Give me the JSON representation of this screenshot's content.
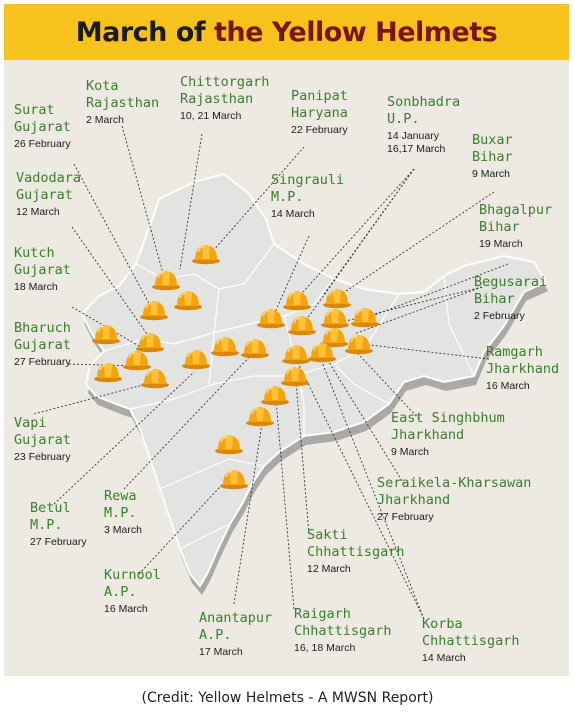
{
  "title": {
    "part1": "March of ",
    "part2": "the Yellow Helmets"
  },
  "credit": "(Credit: Yellow Helmets - A MWSN Report)",
  "labels": [
    {
      "place": "Surat",
      "state": "Gujarat",
      "date": "26 February"
    },
    {
      "place": "Kota",
      "state": "Rajasthan",
      "date": "2 March"
    },
    {
      "place": "Chittorgarh",
      "state": "Rajasthan",
      "date": "10, 21 March"
    },
    {
      "place": "Panipat",
      "state": "Haryana",
      "date": "22 February"
    },
    {
      "place": "Sonbhadra",
      "state": "U.P.",
      "date": "14 January",
      "date2": "16,17 March"
    },
    {
      "place": "Buxar",
      "state": "Bihar",
      "date": "9 March"
    },
    {
      "place": "Vadodara",
      "state": "Gujarat",
      "date": "12 March"
    },
    {
      "place": "Singrauli",
      "state": "M.P.",
      "date": "14 March"
    },
    {
      "place": "Bhagalpur",
      "state": "Bihar",
      "date": "19 March"
    },
    {
      "place": "Kutch",
      "state": "Gujarat",
      "date": "18 March"
    },
    {
      "place": "Begusarai",
      "state": "Bihar",
      "date": "2 February"
    },
    {
      "place": "Bharuch",
      "state": "Gujarat",
      "date": "27 February"
    },
    {
      "place": "Ramgarh",
      "state": "Jharkhand",
      "date": "16 March"
    },
    {
      "place": "Vapi",
      "state": "Gujarat",
      "date": "23 February"
    },
    {
      "place": "East Singhbhum",
      "state": "Jharkhand",
      "date": "9 March"
    },
    {
      "place": "Betul",
      "state": "M.P.",
      "date": "27 February"
    },
    {
      "place": "Rewa",
      "state": "M.P.",
      "date": "3 March"
    },
    {
      "place": "Seraikela-Kharsawan",
      "state": "Jharkhand",
      "date": "27 February"
    },
    {
      "place": "Kurnool",
      "state": "A.P.",
      "date": "16 March"
    },
    {
      "place": "Sakti",
      "state": "Chhattisgarh",
      "date": "12 March"
    },
    {
      "place": "Anantapur",
      "state": "A.P.",
      "date": "17 March"
    },
    {
      "place": "Raigarh",
      "state": "Chhattisgarh",
      "date": "16, 18 March"
    },
    {
      "place": "Korba",
      "state": "Chhattisgarh",
      "date": "14 March"
    }
  ],
  "colors": {
    "title_bg": "#f6c21b",
    "place_text": "#3a7d2a",
    "helmet": "#f5a40f",
    "map_fill": "#e2e2e0"
  },
  "icons": {
    "helmet": "hard-hat-icon"
  }
}
